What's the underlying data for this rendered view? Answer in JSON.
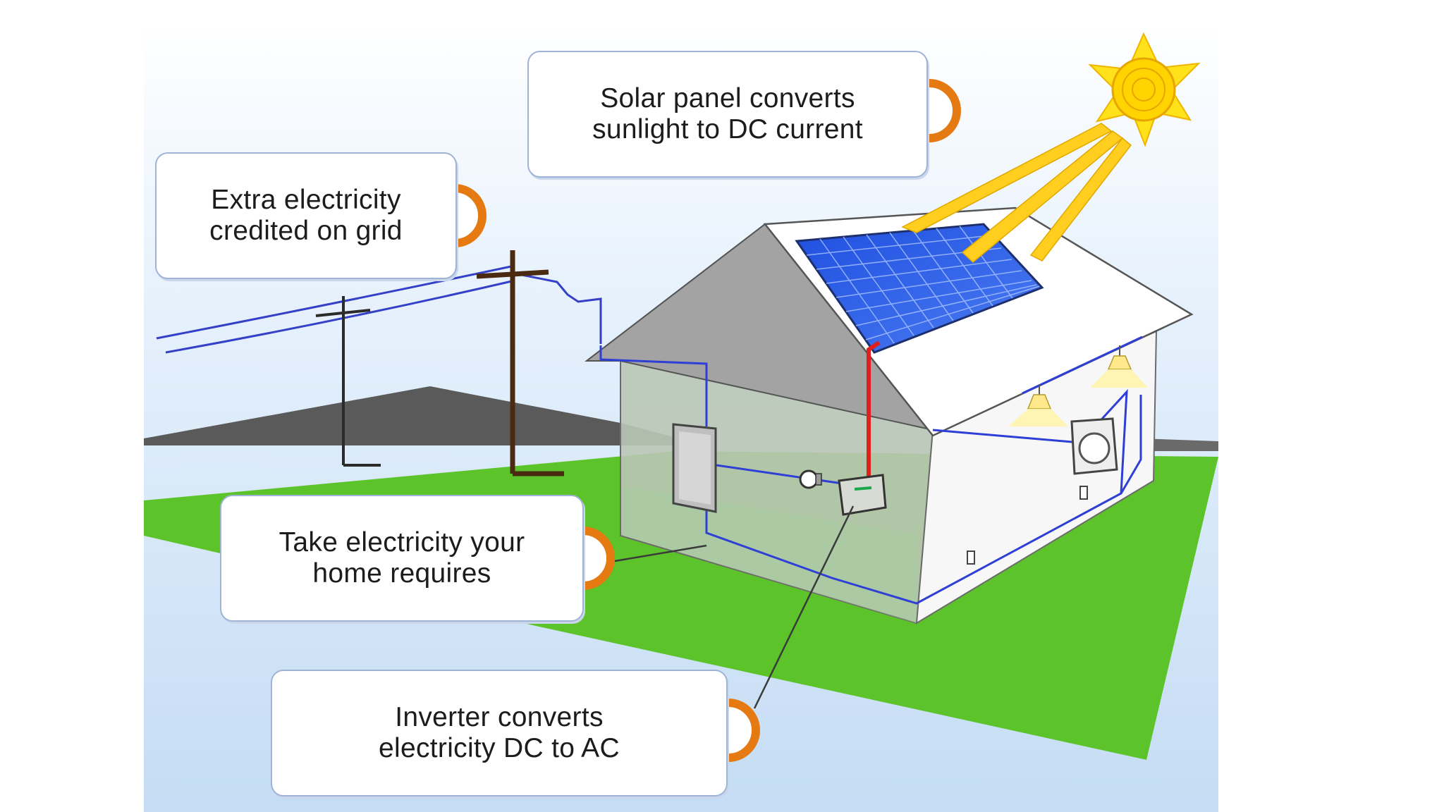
{
  "callouts": {
    "solar_panel": "Solar panel converts sunlight to DC current",
    "extra_electricity": "Extra electricity credited on grid",
    "take_electricity": "Take electricity your home requires",
    "inverter": "Inverter converts electricity DC to AC"
  },
  "colors": {
    "sky": "#cfe4f8",
    "lawn": "#5cc42a",
    "hill": "#5f5f5f",
    "marker": "#e57a12",
    "dc_wire": "#e0201b",
    "house_wire": "#2f3fd6",
    "solar_cell": "#2c58e8",
    "sun": "#ffd400"
  }
}
